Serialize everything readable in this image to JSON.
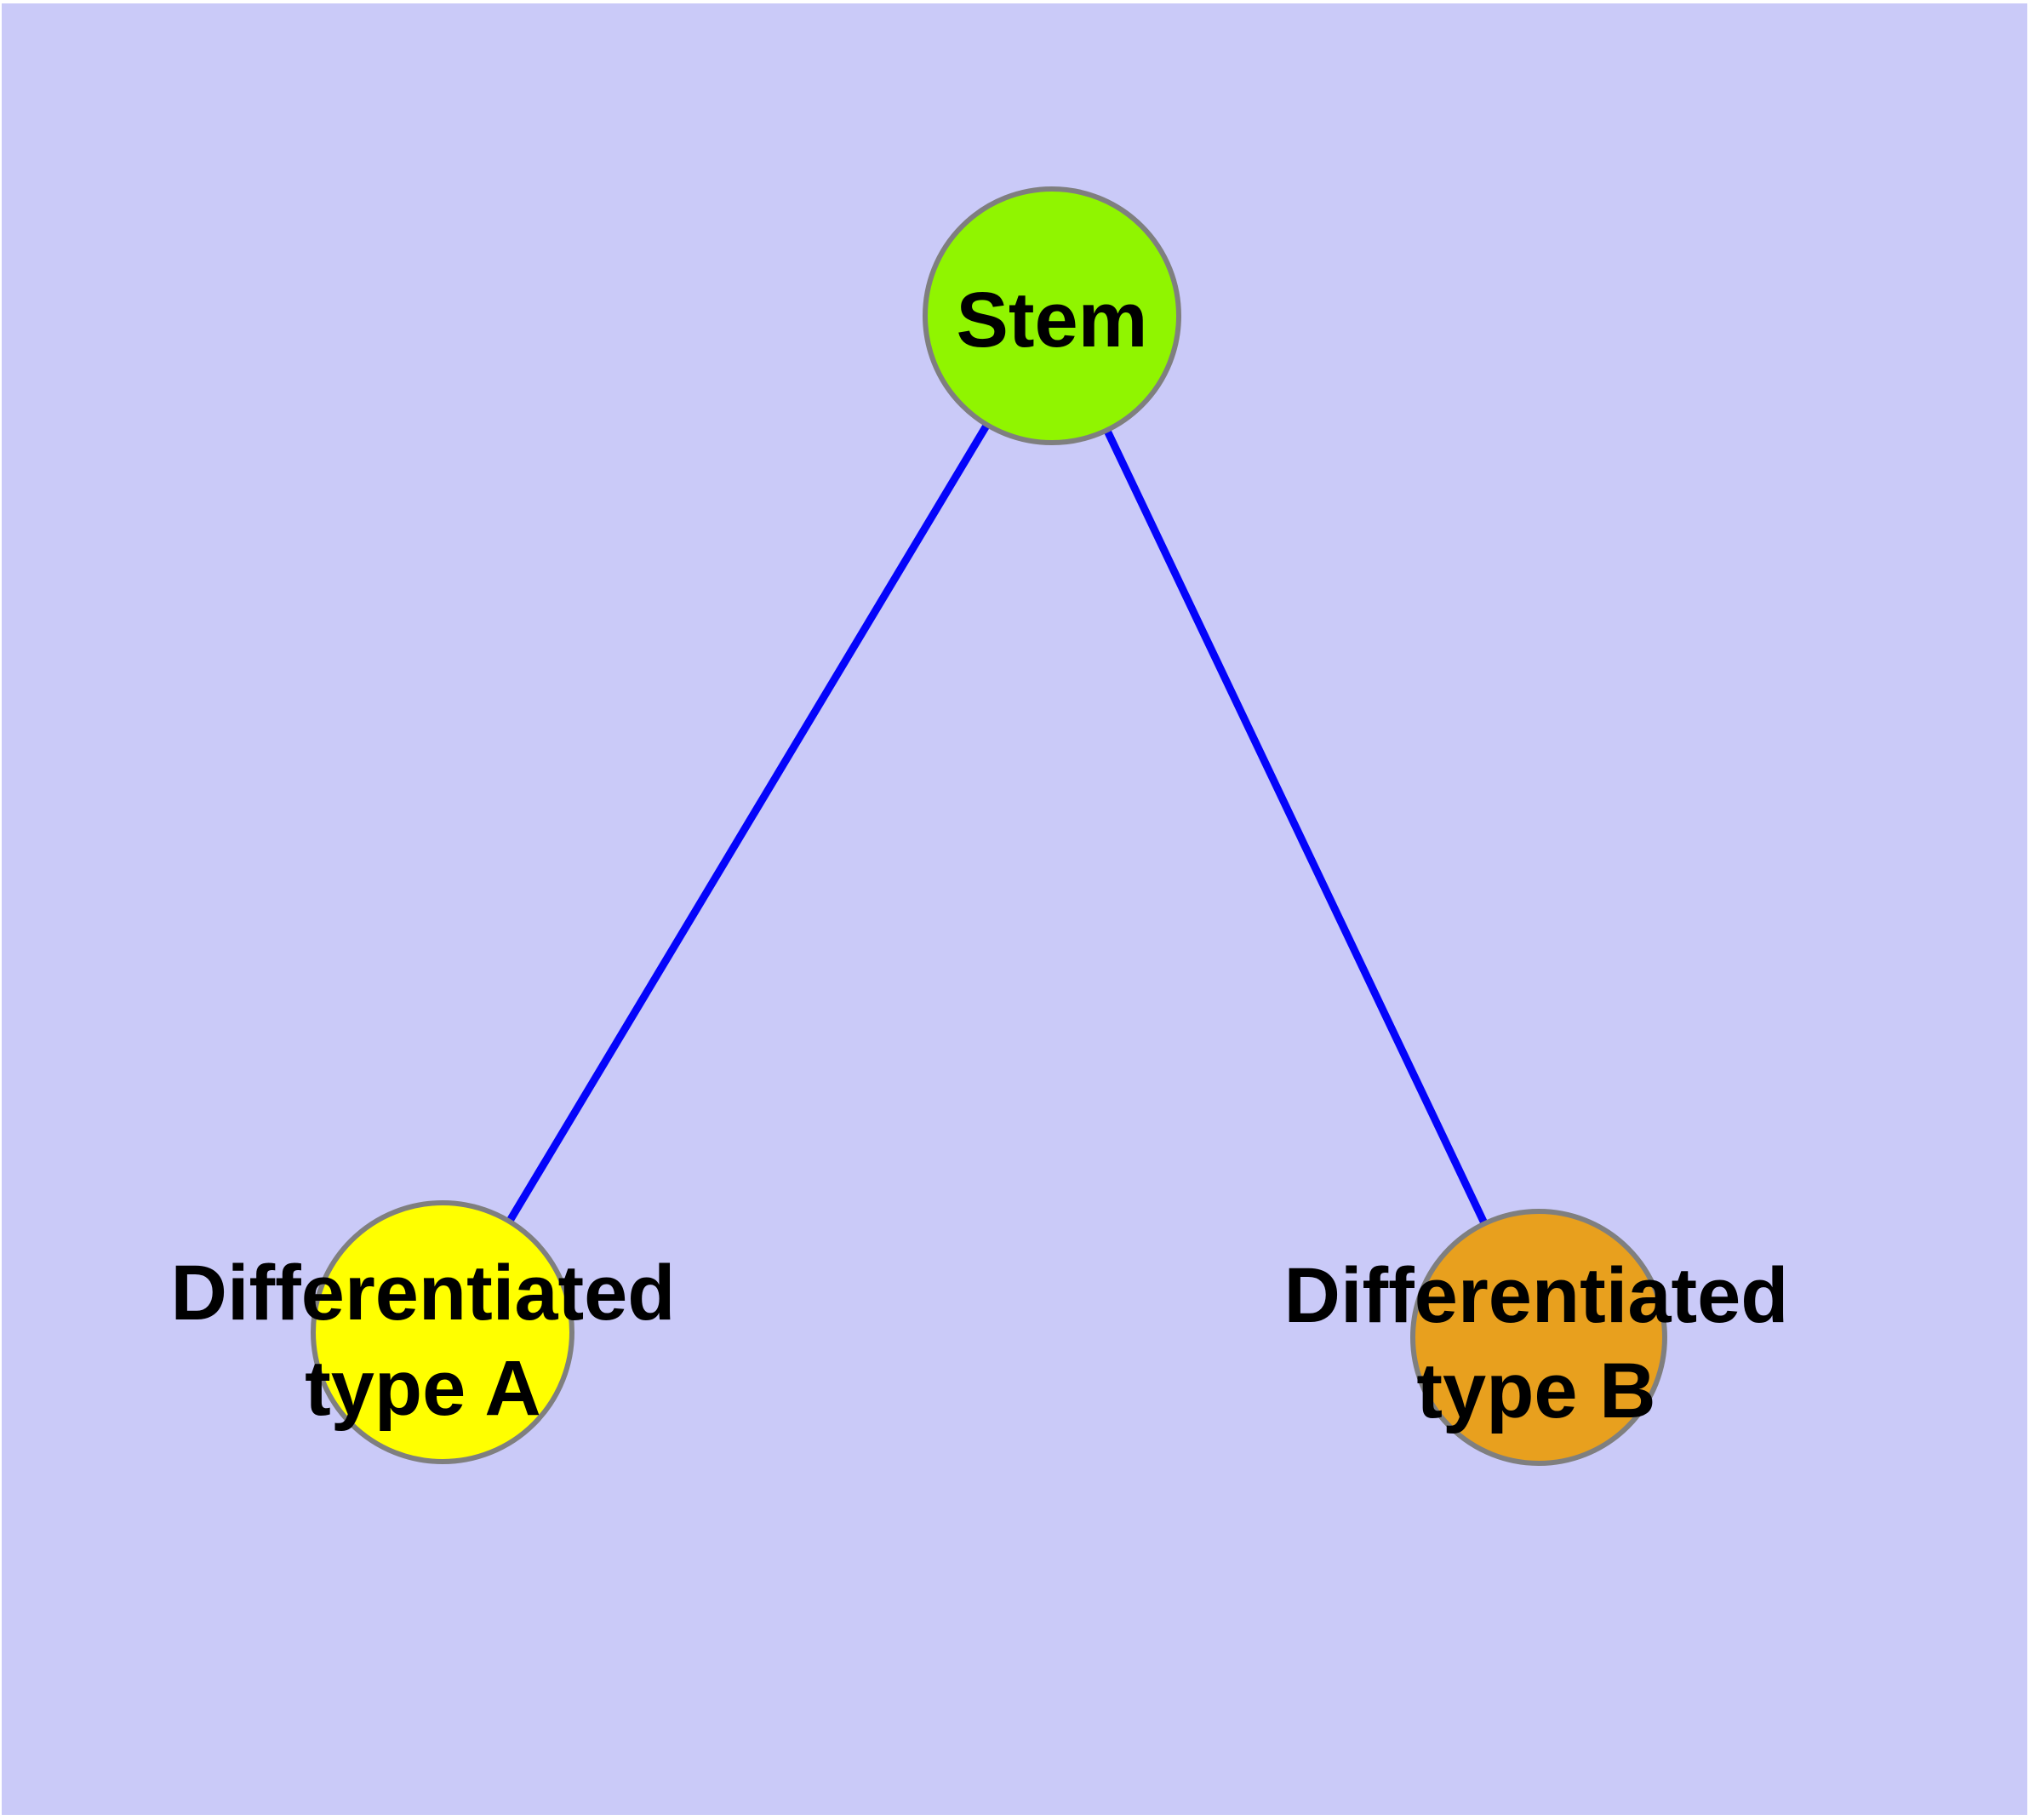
{
  "diagram": {
    "background_color": "#cacaf8",
    "frame_color": "#ffffff",
    "text_color": "#000000",
    "node_border_color": "#7f7f7f",
    "edge_color": "#0404fa",
    "nodes": {
      "stem": {
        "label": "Stem",
        "fill_color": "#90f500"
      },
      "type_a": {
        "label_line1": "Differentiated",
        "label_line2": "type A",
        "fill_color": "#ffff00"
      },
      "type_b": {
        "label_line1": "Differentiated",
        "label_line2": "type B",
        "fill_color": "#e8a01e"
      }
    },
    "edges": [
      {
        "from": "stem",
        "to": "type_a"
      },
      {
        "from": "stem",
        "to": "type_b"
      }
    ]
  }
}
